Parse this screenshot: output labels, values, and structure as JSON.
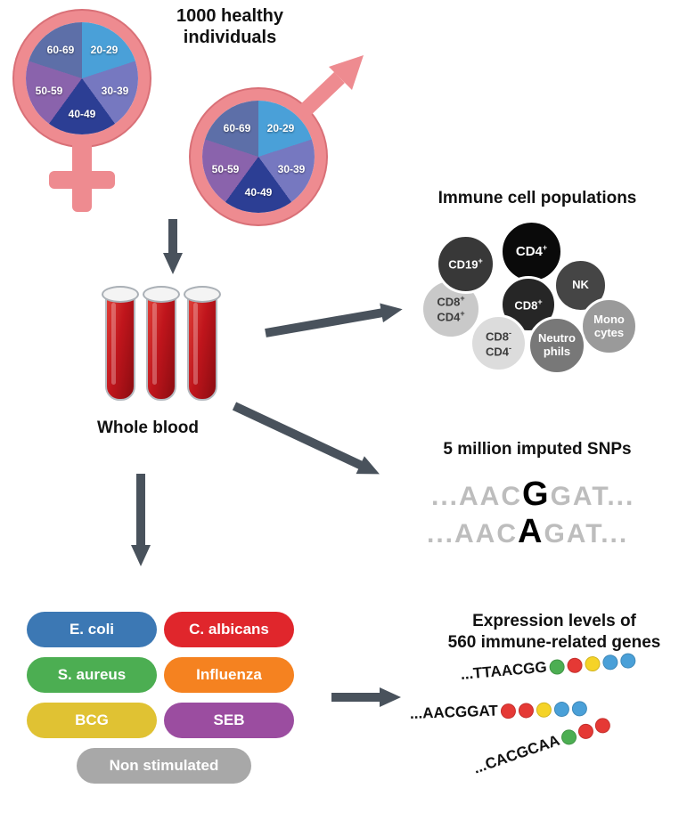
{
  "header": {
    "title": "1000 healthy\nindividuals"
  },
  "cohort": {
    "age_groups": [
      "20-29",
      "30-39",
      "40-49",
      "50-59",
      "60-69"
    ],
    "pie_segment_colors": [
      "#4aa0d8",
      "#7678c0",
      "#2c3e94",
      "#8a63ac",
      "#5d6fa8"
    ],
    "gender_symbol_color": "#ee8b90",
    "icons": {
      "female": "♀",
      "male": "♂"
    }
  },
  "blood": {
    "label": "Whole blood",
    "tube_color": "#c0151c",
    "tube_count": 3
  },
  "immune": {
    "title": "Immune cell populations",
    "cells": [
      {
        "l1t": "CD19",
        "l1s": "+",
        "color": "#383838"
      },
      {
        "l1t": "CD4",
        "l1s": "+",
        "color": "#0a0a0a"
      },
      {
        "l1t": "NK",
        "l1s": "",
        "color": "#454545"
      },
      {
        "l1t": "CD8",
        "l1s": "+",
        "color": "#262626"
      },
      {
        "l1t": "CD8",
        "l1s": "+",
        "l2t": "CD4",
        "l2s": "+",
        "color": "#c9c9c9"
      },
      {
        "l1t": "Mono",
        "l1s": "",
        "l2t": "cytes",
        "l2s": "",
        "color": "#9a9a9a"
      },
      {
        "l1t": "CD8",
        "l1s": "-",
        "l2t": "CD4",
        "l2s": "-",
        "color": "#dcdcdc"
      },
      {
        "l1t": "Neutro",
        "l1s": "",
        "l2t": "phils",
        "l2s": "",
        "color": "#787878"
      }
    ]
  },
  "snps": {
    "title": "5 million imputed SNPs",
    "sequences": [
      {
        "pre": "...AAC",
        "variant": "G",
        "post": "GAT..."
      },
      {
        "pre": "...AAC",
        "variant": "A",
        "post": "GAT..."
      }
    ]
  },
  "stimuli": {
    "items": [
      {
        "label": "E. coli",
        "color": "#3c78b4"
      },
      {
        "label": "C. albicans",
        "color": "#e0262c"
      },
      {
        "label": "S. aureus",
        "color": "#4cae52"
      },
      {
        "label": "Influenza",
        "color": "#f58220"
      },
      {
        "label": "BCG",
        "color": "#e0c233"
      },
      {
        "label": "SEB",
        "color": "#9b4da0"
      },
      {
        "label": "Non stimulated",
        "color": "#a8a8a8"
      }
    ]
  },
  "expression": {
    "title": "Expression levels of\n560 immune-related genes",
    "rows": [
      {
        "seq": "...TTAACGG",
        "dots": [
          "#4cae52",
          "#e53935",
          "#f5d327",
          "#4aa0d8",
          "#4aa0d8"
        ]
      },
      {
        "seq": "...AACGGAT",
        "dots": [
          "#e53935",
          "#e53935",
          "#f5d327",
          "#4aa0d8",
          "#4aa0d8"
        ]
      },
      {
        "seq": "...CACGCAA",
        "dots": [
          "#4cae52",
          "#e53935",
          "#e53935"
        ]
      }
    ]
  },
  "arrows": {
    "color": "#49525c"
  }
}
